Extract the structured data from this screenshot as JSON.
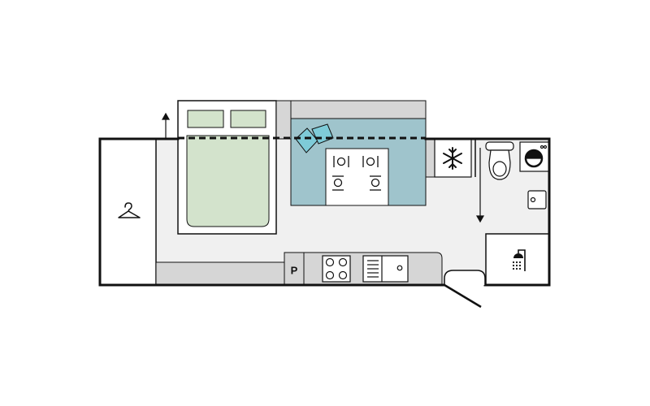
{
  "floorplan": {
    "colors": {
      "outline": "#111111",
      "floor": "#f0f0f0",
      "cabinet": "#d6d6d6",
      "bed": "#d3e3cc",
      "dinette": "#9fc4cc",
      "cushion": "#7ecbd8",
      "white": "#ffffff"
    },
    "zones": [
      {
        "name": "wardrobe",
        "icon": "hanger-icon"
      },
      {
        "name": "double-bed",
        "icon": "pillow-icon"
      },
      {
        "name": "cafe-dinette",
        "icon": "table-setting-icon"
      },
      {
        "name": "fridge",
        "icon": "snowflake-icon"
      },
      {
        "name": "toilet",
        "icon": "toilet-icon"
      },
      {
        "name": "washing-machine",
        "icon": "washing-machine-icon"
      },
      {
        "name": "basin",
        "icon": "basin-icon"
      },
      {
        "name": "shower",
        "icon": "shower-icon"
      },
      {
        "name": "pantry",
        "icon": "pantry-icon"
      },
      {
        "name": "cooktop",
        "icon": "cooktop-icon"
      },
      {
        "name": "sink",
        "icon": "sink-icon"
      },
      {
        "name": "entry-door",
        "icon": "door-swing-icon"
      }
    ],
    "labels": {
      "pantry": "P"
    }
  }
}
